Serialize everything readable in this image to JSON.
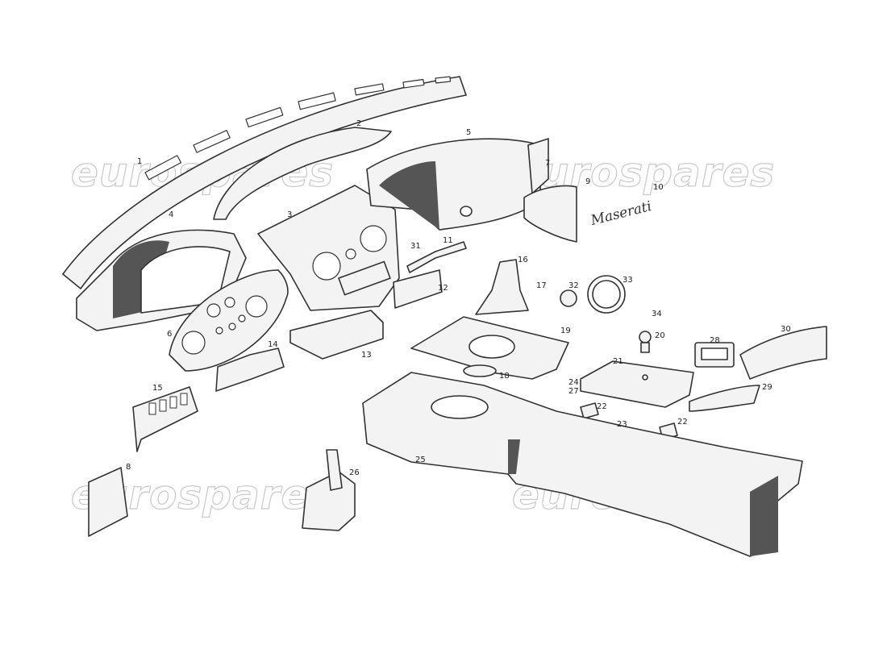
{
  "watermark": "eurospares",
  "logo_text": "Maserati",
  "callouts": [
    "1",
    "2",
    "3",
    "4",
    "5",
    "6",
    "7",
    "8",
    "9",
    "10",
    "11",
    "12",
    "13",
    "14",
    "15",
    "16",
    "17",
    "18",
    "19",
    "20",
    "21",
    "22",
    "22",
    "23",
    "24",
    "25",
    "26",
    "27",
    "28",
    "29",
    "30",
    "31",
    "32",
    "33",
    "34"
  ],
  "colors": {
    "ink": "#333333",
    "shade": "#555555",
    "fill": "#f3f3f3",
    "watermark": "#c9c9c9"
  }
}
